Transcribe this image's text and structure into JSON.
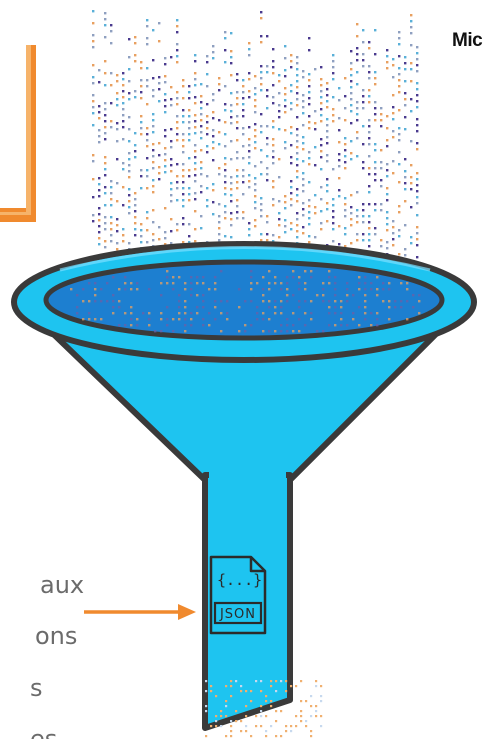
{
  "labels": {
    "top_right": "Mic",
    "left_lines": [
      "aux",
      "ons",
      "s",
      "es"
    ]
  },
  "json_file": {
    "braces": "{...}",
    "label": "JSON"
  },
  "colors": {
    "funnel": "#1ec4f0",
    "basin": "#1d7fd0",
    "outline": "#3a3a3a",
    "arrow": "#f08a2e",
    "dots": [
      "#4a3a8e",
      "#5ab0d8",
      "#e8a060",
      "#8fa0c0"
    ]
  },
  "icons": {
    "file": "json-file-icon",
    "arrow_left": "orange-arrow-icon",
    "bracket": "orange-bracket-icon"
  }
}
